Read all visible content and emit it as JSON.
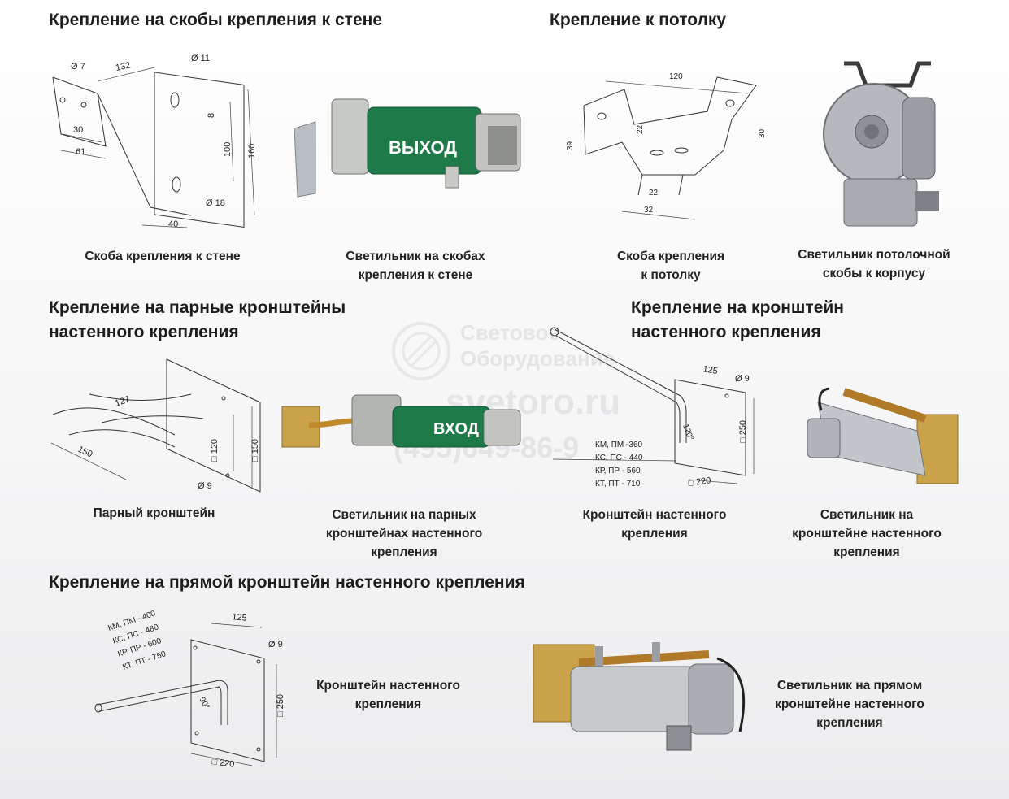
{
  "headings": {
    "wall_brackets": "Крепление на скобы крепления к стене",
    "ceiling": "Крепление к потолку",
    "paired_brackets_1": "Крепление на парные кронштейны",
    "paired_brackets_2": "настенного крепления",
    "wall_bracket_1": "Крепление на кронштейн",
    "wall_bracket_2": "настенного крепления",
    "straight_bracket": "Крепление на прямой кронштейн настенного крепления"
  },
  "captions": {
    "wall_clip": "Скоба крепления к стене",
    "lamp_on_wall_clips_1": "Светильник на скобах",
    "lamp_on_wall_clips_2": "крепления к стене",
    "ceiling_clip_1": "Скоба крепления",
    "ceiling_clip_2": "к потолку",
    "lamp_ceiling_1": "Светильник потолочной",
    "lamp_ceiling_2": "скобы к корпусу",
    "paired_bracket": "Парный кронштейн",
    "lamp_paired_1": "Светильник на парных",
    "lamp_paired_2": "кронштейнах настенного",
    "lamp_paired_3": "крепления",
    "wall_bracket_1": "Кронштейн настенного",
    "wall_bracket_2": "крепления",
    "lamp_wall_bracket_1": "Светильник на",
    "lamp_wall_bracket_2": "кронштейне настенного",
    "lamp_wall_bracket_3": "крепления",
    "straight_bracket_1": "Кронштейн настенного",
    "straight_bracket_2": "крепления",
    "lamp_straight_1": "Светильник на прямом",
    "lamp_straight_2": "кронштейне настенного",
    "lamp_straight_3": "крепления"
  },
  "labels": {
    "exit": "ВЫХОД",
    "entrance": "ВХОД"
  },
  "dims_wall_clip": {
    "d7": "Ø 7",
    "l132": "132",
    "d11": "Ø 11",
    "l30": "30",
    "l61": "61",
    "l8": "8",
    "l100": "100",
    "l160": "160",
    "d18": "Ø 18",
    "l40": "40"
  },
  "dims_ceiling_clip": {
    "l120": "120",
    "l30": "30",
    "l39": "39",
    "l22a": "22",
    "l22b": "22",
    "l32": "32"
  },
  "dims_paired": {
    "l127": "127",
    "l150a": "150",
    "s120": "□ 120",
    "s150": "□ 150",
    "d9": "Ø 9"
  },
  "dims_wall_bracket": {
    "l125": "125",
    "d9": "Ø 9",
    "a120": "120°",
    "s250": "□ 250",
    "s220": "□ 220",
    "m1": "КМ, ПМ -360",
    "m2": "КС, ПС - 440",
    "m3": "КР, ПР - 560",
    "m4": "КТ, ПТ - 710"
  },
  "dims_straight": {
    "l125": "125",
    "d9": "Ø 9",
    "a90": "90°",
    "s250": "□ 250",
    "s220": "□ 220",
    "m1": "КМ, ПМ - 400",
    "m2": "КС, ПС - 480",
    "m3": "КР, ПР - 600",
    "m4": "КТ, ПТ - 750"
  },
  "watermark": {
    "line1": "Световое",
    "line2": "Оборудование",
    "site": "svetoro.ru",
    "phone": "(495)649-86-9"
  },
  "colors": {
    "lamp_green": "#1f7a4a",
    "metal": "#a9aeb3",
    "brass": "#c9a24a"
  }
}
